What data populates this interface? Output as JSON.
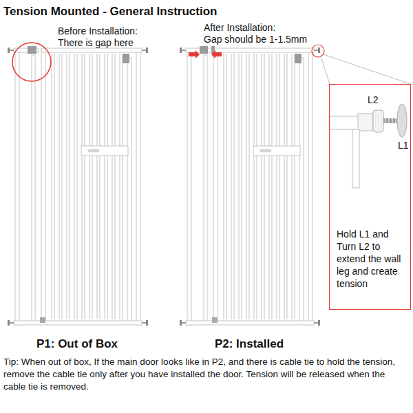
{
  "diagram": {
    "title": "Tension Mounted - General Instruction",
    "caption": "Tip: When out of box, If the main door looks like in P2, and there is cable tie to hold the tension, remove the cable tie only after you have installed the door. Tension will be released when the cable tie is removed.",
    "nodes": [
      {
        "text": [
          "Hold L1 and Turn L2 to extend the wall leg and create tension"
        ]
      }
    ],
    "labels": [
      "Before Installation:",
      "There is gap here",
      "After Installation:",
      "Gap should be 1-1.5mm",
      "L2",
      "L1",
      "P1: Out of Box",
      "P2: Installed"
    ]
  }
}
